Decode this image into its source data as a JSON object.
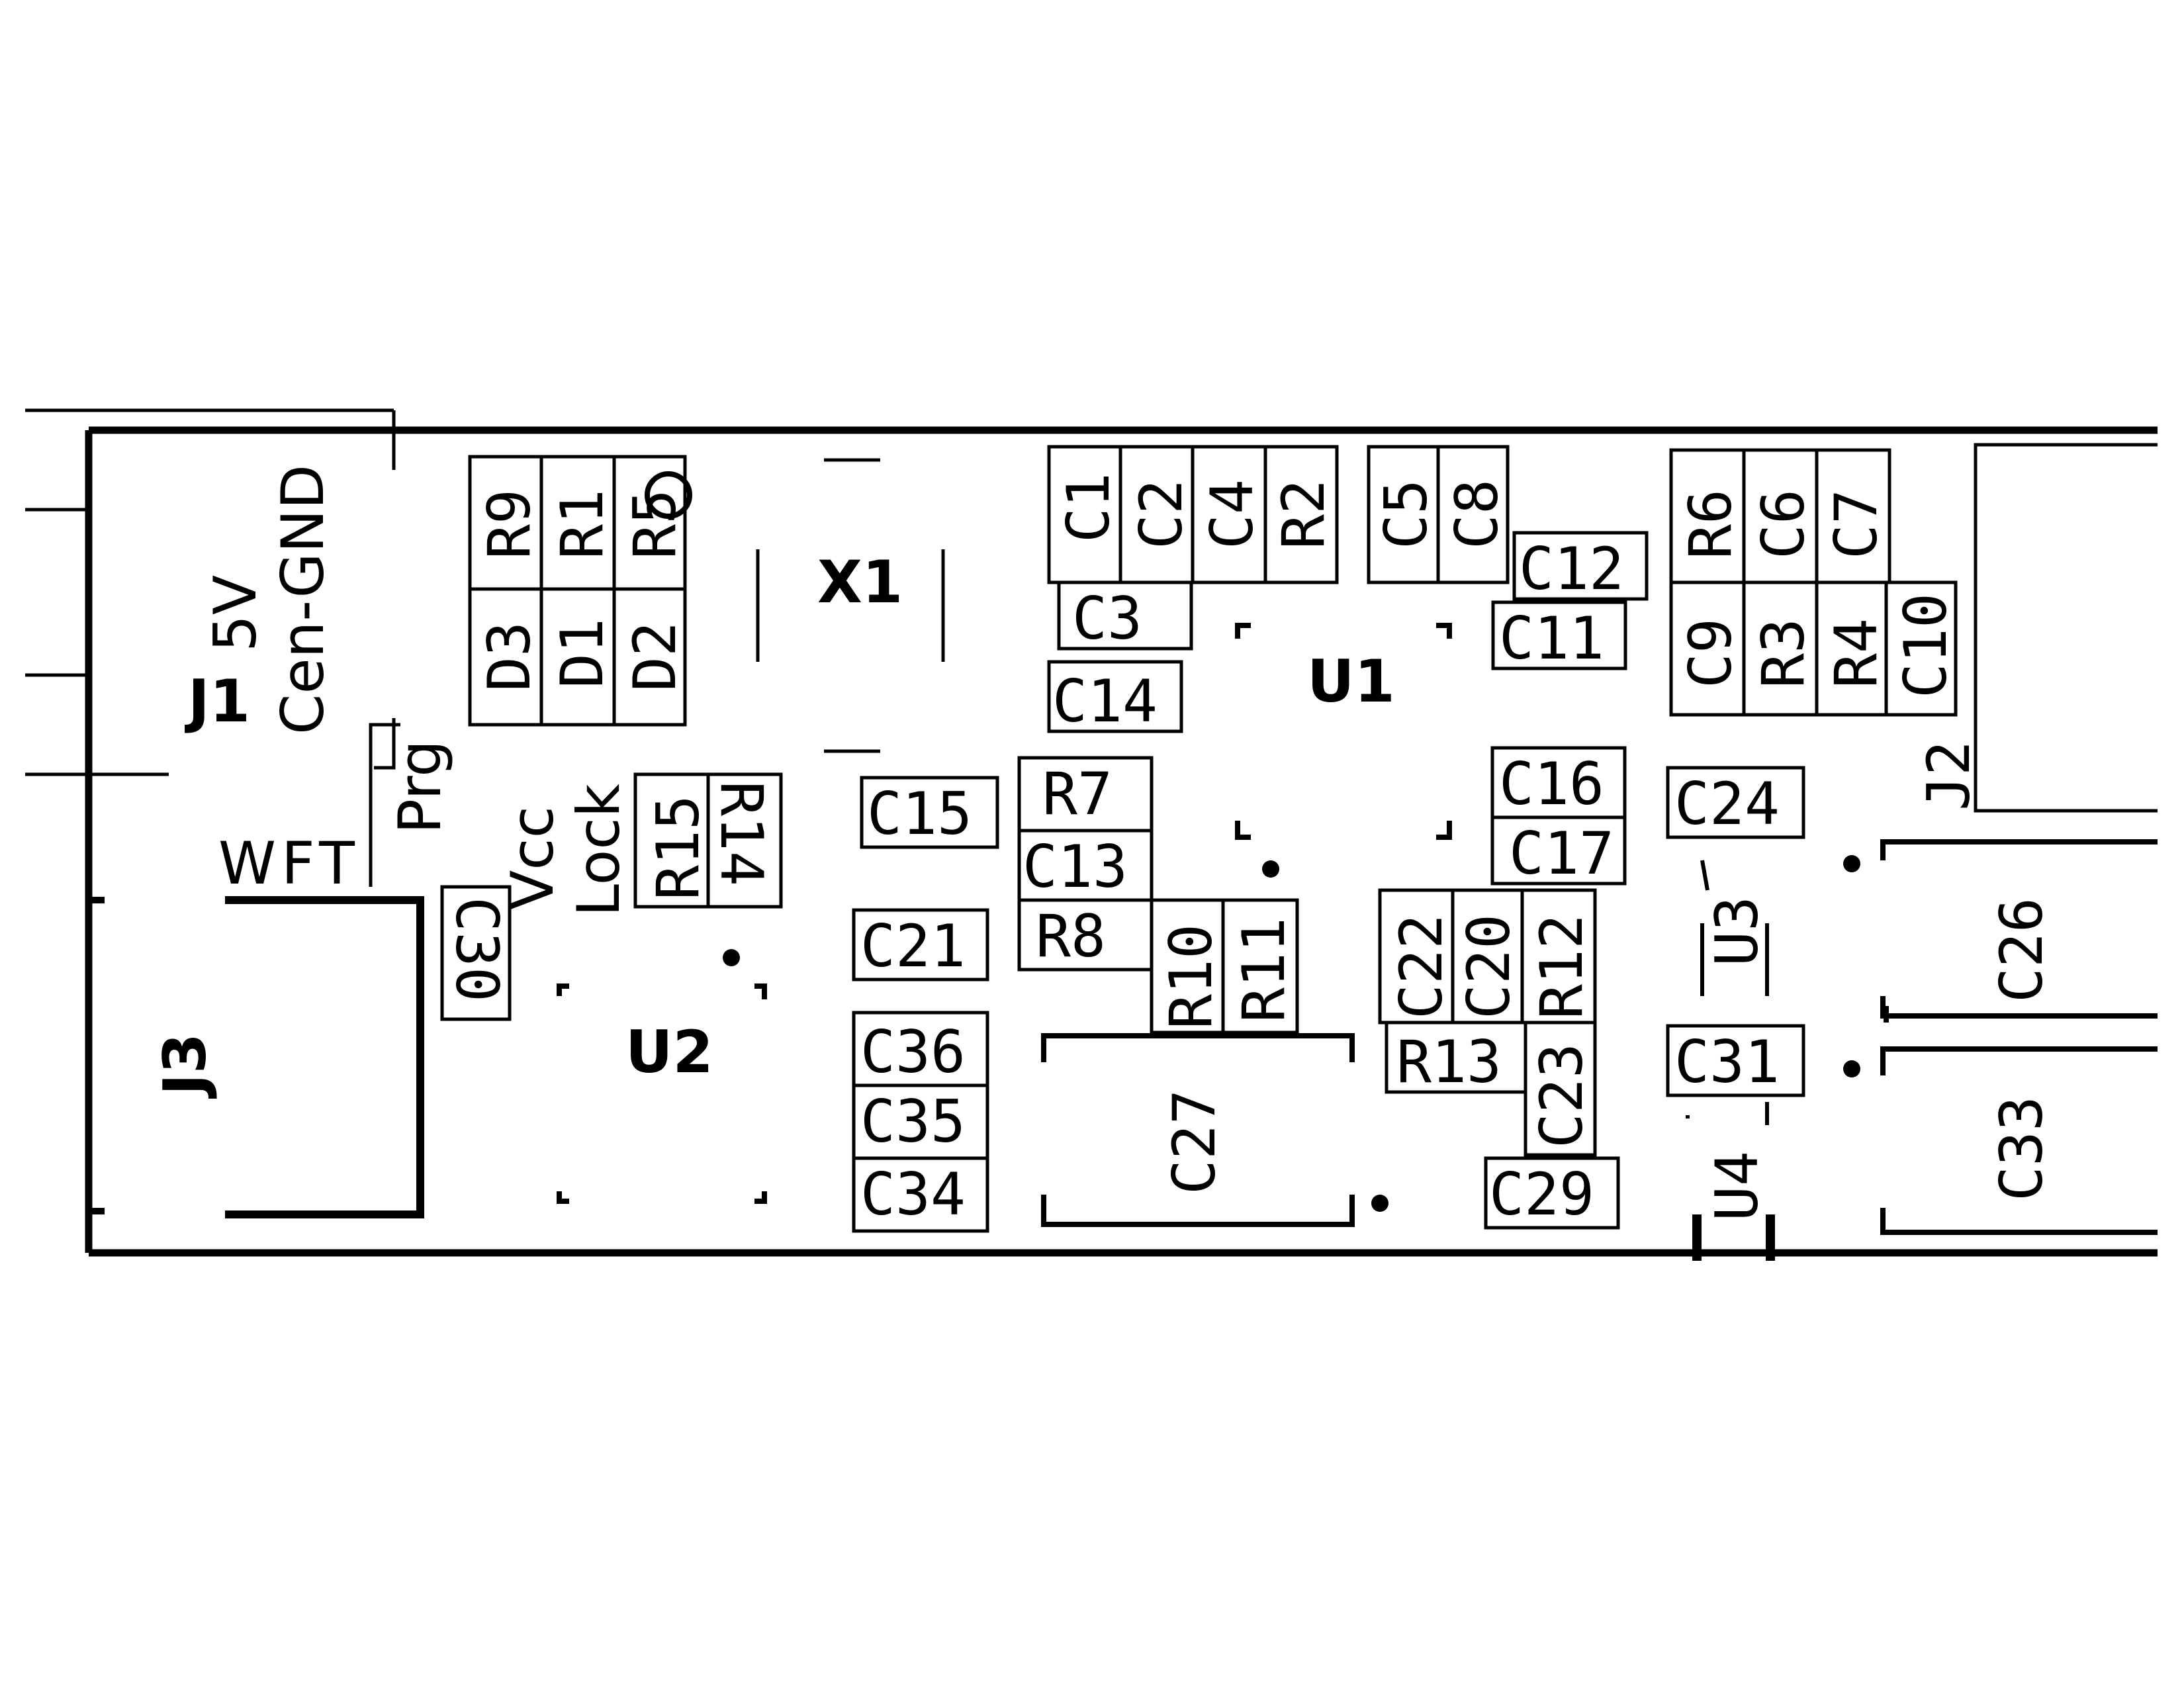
{
  "designators": {
    "J1": "J1",
    "J2": "J2",
    "J3": "J3",
    "U1": "U1",
    "U2": "U2",
    "U3": "U3",
    "U4": "U4",
    "X1": "X1",
    "D1": "D1",
    "D2": "D2",
    "D3": "D3",
    "R1": "R1",
    "R2": "R2",
    "R3": "R3",
    "R4": "R4",
    "R5": "R5",
    "R6": "R6",
    "R7": "R7",
    "R8": "R8",
    "R9": "R9",
    "R10": "R10",
    "R11": "R11",
    "R12": "R12",
    "R13": "R13",
    "R14": "R14",
    "R15": "R15",
    "C1": "C1",
    "C2": "C2",
    "C3": "C3",
    "C4": "C4",
    "C5": "C5",
    "C6": "C6",
    "C7": "C7",
    "C8": "C8",
    "C9": "C9",
    "C10": "C10",
    "C11": "C11",
    "C12": "C12",
    "C13": "C13",
    "C14": "C14",
    "C15": "C15",
    "C16": "C16",
    "C17": "C17",
    "C20": "C20",
    "C21": "C21",
    "C22": "C22",
    "C23": "C23",
    "C24": "C24",
    "C26": "C26",
    "C27": "C27",
    "C29": "C29",
    "C30": "C30",
    "C31": "C31",
    "C33": "C33",
    "C34": "C34",
    "C35": "C35",
    "C36": "C36"
  },
  "annotations": {
    "power_5v": "5V",
    "cen_gnd": "Cen-GND",
    "prg": "Prg",
    "vcc": "Vcc",
    "lock": "Lock",
    "wft": "WFT"
  },
  "colors": {
    "ink": "#000000",
    "paper": "#ffffff"
  }
}
